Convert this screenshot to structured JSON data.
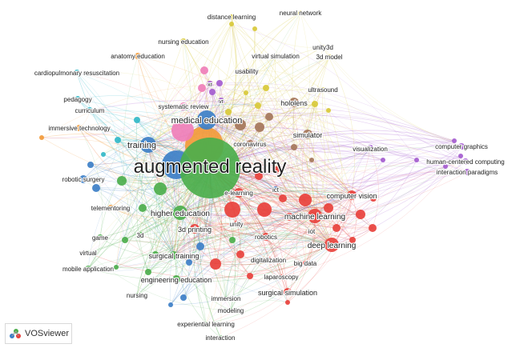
{
  "app": {
    "watermark": "VOSviewer"
  },
  "colors": {
    "red": "#e8413c",
    "green": "#4cae4c",
    "blue": "#3d7fc7",
    "yellow": "#d8c93a",
    "purple": "#a45ccf",
    "cyan": "#33b8c8",
    "orange": "#f29a3a",
    "brown": "#a5765a",
    "pink": "#ef7fb8",
    "lime": "#8cc63f"
  },
  "nodes": [
    {
      "id": "ar",
      "label": "augmented reality",
      "cluster": "green"
    },
    {
      "id": "me",
      "label": "medical education",
      "cluster": "blue"
    },
    {
      "id": "tr",
      "label": "training",
      "cluster": "blue"
    },
    {
      "id": "he",
      "label": "higher education",
      "cluster": "green"
    },
    {
      "id": "ml",
      "label": "machine learning",
      "cluster": "red"
    },
    {
      "id": "dl",
      "label": "deep learning",
      "cluster": "red"
    },
    {
      "id": "cv",
      "label": "computer vision",
      "cluster": "red"
    },
    {
      "id": "p3",
      "label": "3d printing",
      "cluster": "red"
    },
    {
      "id": "st",
      "label": "surgical training",
      "cluster": "green"
    },
    {
      "id": "ee",
      "label": "engineering education",
      "cluster": "green"
    },
    {
      "id": "ss",
      "label": "surgical simulation",
      "cluster": "red"
    },
    {
      "id": "sim",
      "label": "simulator",
      "cluster": "brown"
    },
    {
      "id": "hol",
      "label": "hololens",
      "cluster": "brown"
    },
    {
      "id": "vis",
      "label": "visualization",
      "cluster": "purple"
    },
    {
      "id": "cg",
      "label": "computer graphics",
      "cluster": "purple"
    },
    {
      "id": "hcc",
      "label": "human-centered computing",
      "cluster": "purple"
    },
    {
      "id": "ip",
      "label": "interaction paradigms",
      "cluster": "purple"
    },
    {
      "id": "rs",
      "label": "robotic surgery",
      "cluster": "blue"
    },
    {
      "id": "it",
      "label": "immersive technology",
      "cluster": "orange"
    },
    {
      "id": "cur",
      "label": "curriculum",
      "cluster": "cyan"
    },
    {
      "id": "ped",
      "label": "pedagogy",
      "cluster": "cyan"
    },
    {
      "id": "cpr",
      "label": "cardiopulmonary resuscitation",
      "cluster": "cyan"
    },
    {
      "id": "ae",
      "label": "anatomy education",
      "cluster": "orange"
    },
    {
      "id": "ne",
      "label": "nursing education",
      "cluster": "yellow"
    },
    {
      "id": "dle",
      "label": "distance learning",
      "cluster": "yellow"
    },
    {
      "id": "nn",
      "label": "neural network",
      "cluster": "yellow"
    },
    {
      "id": "u3",
      "label": "unity3d",
      "cluster": "yellow"
    },
    {
      "id": "m3",
      "label": "3d model",
      "cluster": "yellow"
    },
    {
      "id": "vs",
      "label": "virtual simulation",
      "cluster": "yellow"
    },
    {
      "id": "us",
      "label": "usability",
      "cluster": "yellow"
    },
    {
      "id": "ult",
      "label": "ultrasound",
      "cluster": "yellow"
    },
    {
      "id": "sr",
      "label": "systematic review",
      "cluster": "pink"
    },
    {
      "id": "xr",
      "label": "xr",
      "cluster": "purple"
    },
    {
      "id": "vr",
      "label": "vr",
      "cluster": "purple"
    },
    {
      "id": "cor",
      "label": "coronavirus",
      "cluster": "brown"
    },
    {
      "id": "el",
      "label": "e-learning",
      "cluster": "red"
    },
    {
      "id": "ict",
      "label": "ict",
      "cluster": "blue"
    },
    {
      "id": "tm",
      "label": "telementoring",
      "cluster": "orange"
    },
    {
      "id": "un",
      "label": "unity",
      "cluster": "red"
    },
    {
      "id": "rob",
      "label": "robotics",
      "cluster": "red"
    },
    {
      "id": "iot",
      "label": "iot",
      "cluster": "red"
    },
    {
      "id": "game",
      "label": "game",
      "cluster": "green"
    },
    {
      "id": "g3d",
      "label": "3d",
      "cluster": "green"
    },
    {
      "id": "virt",
      "label": "virtual",
      "cluster": "green"
    },
    {
      "id": "ma",
      "label": "mobile application",
      "cluster": "green"
    },
    {
      "id": "dig",
      "label": "digitalization",
      "cluster": "red"
    },
    {
      "id": "bd",
      "label": "big data",
      "cluster": "red"
    },
    {
      "id": "lap",
      "label": "laparoscopy",
      "cluster": "red"
    },
    {
      "id": "nur",
      "label": "nursing",
      "cluster": "green"
    },
    {
      "id": "imm",
      "label": "immersion",
      "cluster": "green"
    },
    {
      "id": "mod",
      "label": "modeling",
      "cluster": "green"
    },
    {
      "id": "exl",
      "label": "experiential learning",
      "cluster": "green"
    },
    {
      "id": "int",
      "label": "interaction",
      "cluster": "green"
    }
  ]
}
